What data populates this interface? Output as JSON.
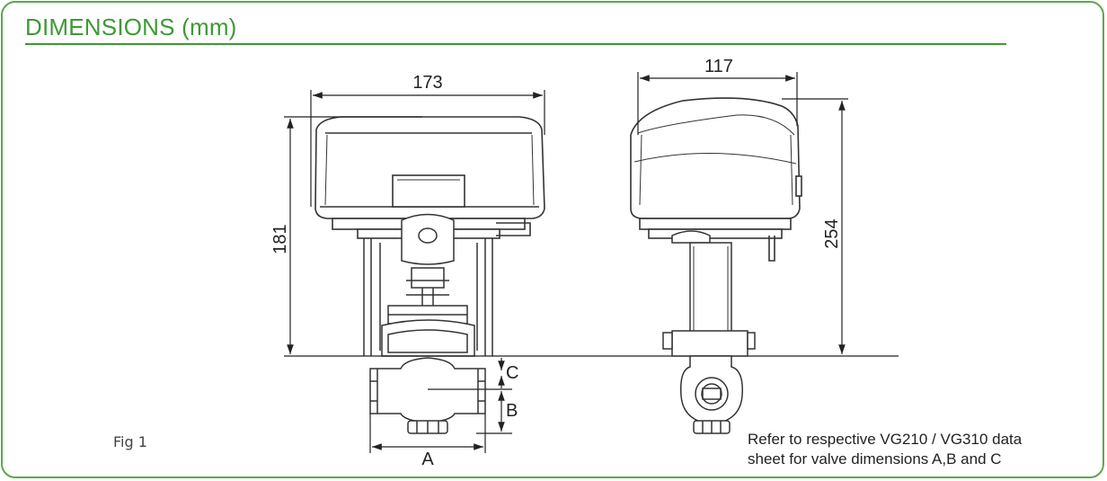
{
  "header": {
    "title": "DIMENSIONS (mm)"
  },
  "figure": {
    "caption": "Fig 1",
    "dimensions": {
      "front_width": "173",
      "front_height": "181",
      "side_width": "117",
      "side_height": "254",
      "valve_a": "A",
      "valve_b": "B",
      "valve_c": "C"
    }
  },
  "note": {
    "line1": "Refer to respective VG210 / VG310 data",
    "line2": "sheet for valve dimensions A,B and C"
  },
  "colors": {
    "accent": "#3d9a35",
    "border": "#5aaa46",
    "drawing": "#333333"
  }
}
